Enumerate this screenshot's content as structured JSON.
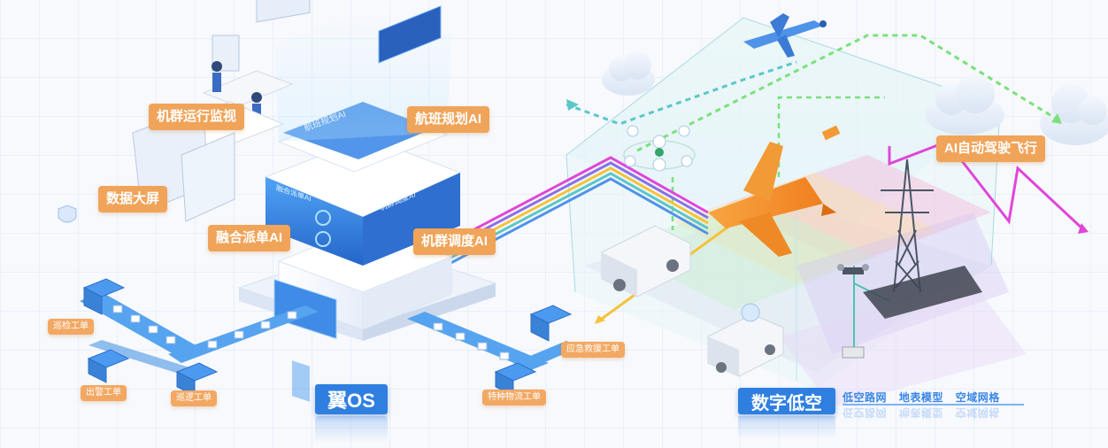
{
  "os": {
    "label": "翼OS"
  },
  "tags": {
    "fleet_monitor": "机群运行监视",
    "flight_ai": "航班规划AI",
    "big_screen": "数据大屏",
    "dispatch_ai": "融合派单AI",
    "scheduling_ai": "机群调度AI",
    "autopilot": "AI自动驾驶飞行"
  },
  "screens": {
    "flight_panel": "航班规划AI",
    "dispatch_panel": "融合派单AI",
    "schedule_panel": "机群调度AI"
  },
  "orders": {
    "inspection": "巡检工单",
    "police": "出警工单",
    "patrol": "巡逻工单",
    "logistics": "特种物流工单",
    "rescue": "应急救援工单"
  },
  "digital_airspace": {
    "title": "数字低空",
    "items": [
      "低空路网",
      "地表模型",
      "空域网格"
    ]
  },
  "colors": {
    "accent": "#2f7fe0",
    "tag_orange": "#f0a45a",
    "route_green": "#7be07b",
    "route_teal": "#5cc6c8",
    "route_magenta": "#e046d8",
    "route_yellow": "#f5c23a"
  }
}
